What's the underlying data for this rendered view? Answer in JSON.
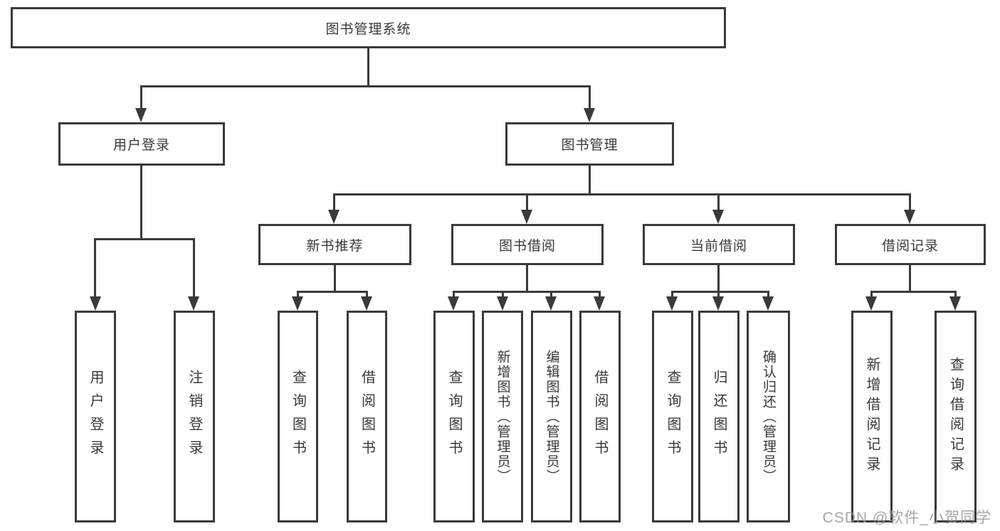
{
  "page": {
    "watermark": "CSDN @软件_小贺同学"
  },
  "colors": {
    "line": "#3a3a3a",
    "box_border": "#3a3a3a",
    "box_bg": "#ffffff",
    "text": "#383838",
    "watermark": "#969696"
  },
  "tree": {
    "root": {
      "label": "图书管理系统"
    },
    "branches": [
      {
        "label": "用户登录",
        "children": [
          {
            "label": "用户登录"
          },
          {
            "label": "注销登录"
          }
        ]
      },
      {
        "label": "图书管理",
        "children": [
          {
            "label": "新书推荐",
            "children": [
              {
                "label": "查询图书"
              },
              {
                "label": "借阅图书"
              }
            ]
          },
          {
            "label": "图书借阅",
            "children": [
              {
                "label": "查询图书"
              },
              {
                "label": "新增图书（管理员）"
              },
              {
                "label": "编辑图书（管理员）"
              },
              {
                "label": "借阅图书"
              }
            ]
          },
          {
            "label": "当前借阅",
            "children": [
              {
                "label": "查询图书"
              },
              {
                "label": "归还图书"
              },
              {
                "label": "确认归还（管理员）"
              }
            ]
          },
          {
            "label": "借阅记录",
            "children": [
              {
                "label": "新增借阅记录"
              },
              {
                "label": "查询借阅记录"
              }
            ]
          }
        ]
      }
    ]
  }
}
